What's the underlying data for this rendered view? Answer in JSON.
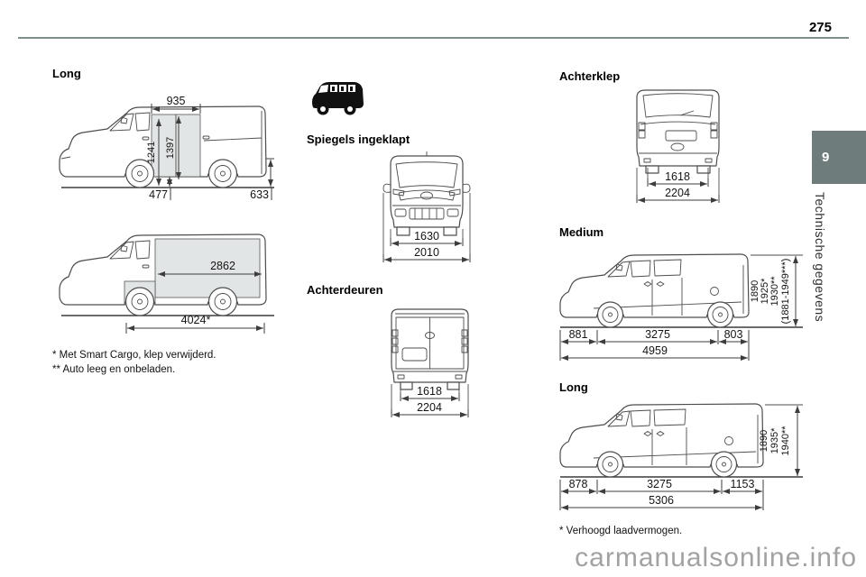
{
  "page": {
    "number": "275"
  },
  "sidebar": {
    "tab": "9",
    "title": "Technische gegevens"
  },
  "watermark": "carmanualsonline.info",
  "left": {
    "heading": "Long",
    "d1": {
      "door_width": "935",
      "h1": "1241",
      "h2": "1397",
      "sill_front": "477",
      "sill_rear": "633"
    },
    "d2": {
      "cargo_length": "2862",
      "load_length": "4024*"
    },
    "fn1": "* Met Smart Cargo, klep verwijderd.",
    "fn2": "** Auto leeg en onbeladen."
  },
  "mid": {
    "mirrors_heading": "Spiegels ingeklapt",
    "front": {
      "inner": "1630",
      "outer": "2010"
    },
    "rear_heading": "Achterdeuren",
    "rear": {
      "inner": "1618",
      "outer": "2204"
    }
  },
  "right": {
    "tailgate_heading": "Achterklep",
    "tailgate": {
      "inner": "1618",
      "outer": "2204"
    },
    "medium": {
      "heading": "Medium",
      "h": [
        "1890",
        "1925*",
        "1930**",
        "(1881-1949***)"
      ],
      "front_oh": "881",
      "wheelbase": "3275",
      "rear_oh": "803",
      "total": "4959"
    },
    "long": {
      "heading": "Long",
      "h": [
        "1890",
        "1935*",
        "1940**"
      ],
      "front_oh": "878",
      "wheelbase": "3275",
      "rear_oh": "1153",
      "total": "5306"
    },
    "fn": "* Verhoogd laadvermogen."
  }
}
